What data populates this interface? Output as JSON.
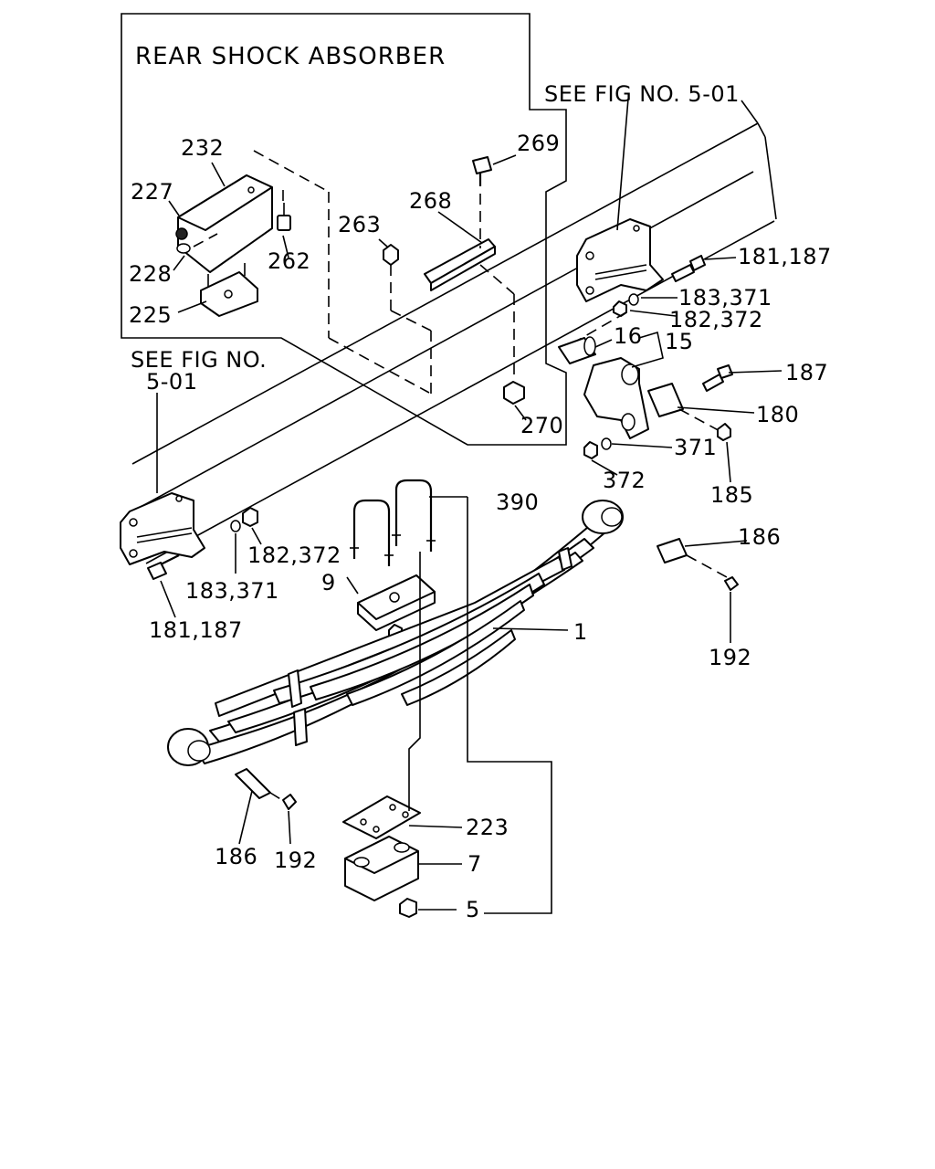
{
  "inset": {
    "title": "REAR SHOCK ABSORBER"
  },
  "references": {
    "see_fig_right": "SEE FIG NO. 5-01",
    "see_fig_left_line1": "SEE FIG NO.",
    "see_fig_left_line2": "5-01"
  },
  "callouts": {
    "p232": "232",
    "p227": "227",
    "p228": "228",
    "p225": "225",
    "p262": "262",
    "p263": "263",
    "p268": "268",
    "p269": "269",
    "p270": "270",
    "p181_187_right": "181,187",
    "p183_371_right": "183,371",
    "p182_372_right": "182,372",
    "p16": "16",
    "p15": "15",
    "p187": "187",
    "p180": "180",
    "p371": "371",
    "p372": "372",
    "p185": "185",
    "p186_right": "186",
    "p192_right": "192",
    "p390": "390",
    "p182_372_left": "182,372",
    "p183_371_left": "183,371",
    "p181_187_left": "181,187",
    "p9": "9",
    "p1": "1",
    "p186_left": "186",
    "p192_left": "192",
    "p223": "223",
    "p7": "7",
    "p5": "5"
  }
}
